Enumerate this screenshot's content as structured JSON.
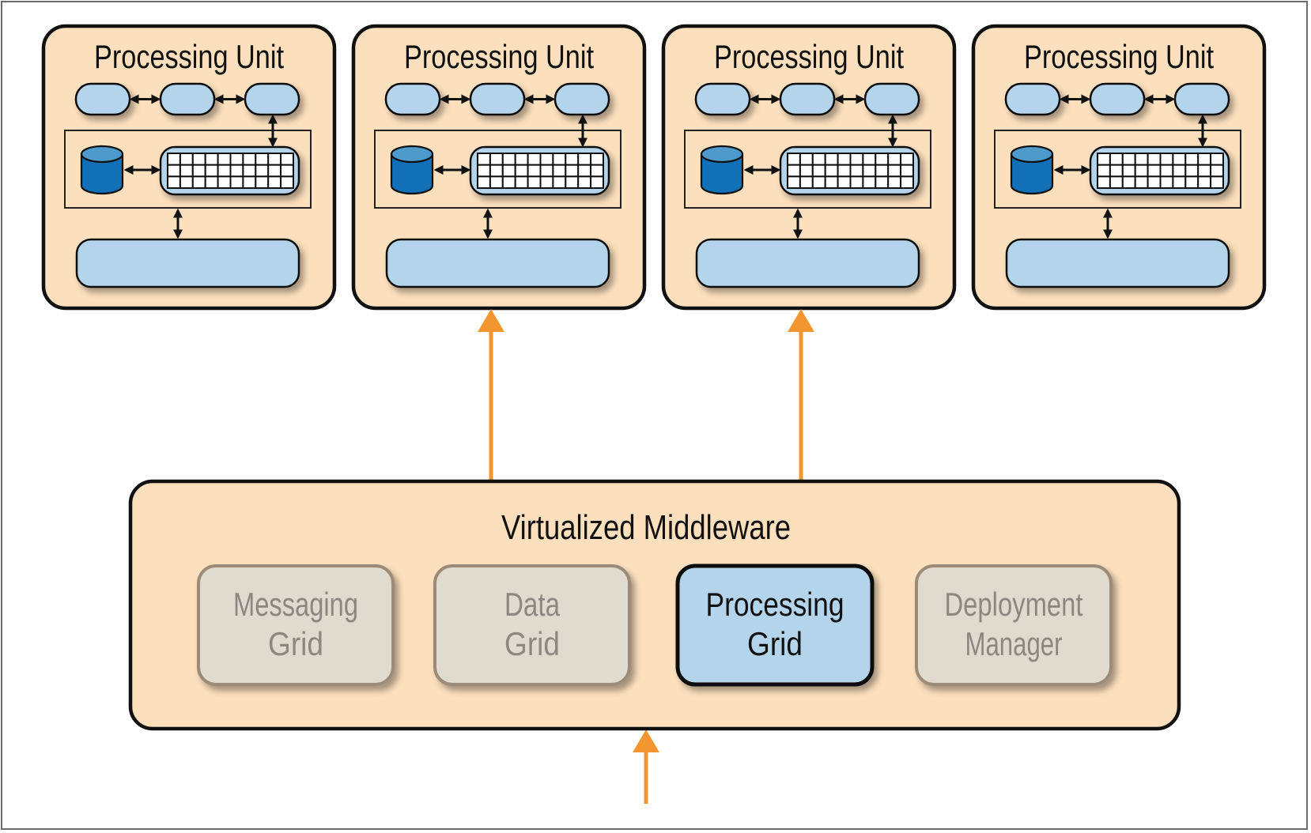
{
  "diagram": {
    "processing_units": [
      {
        "title": "Processing Unit",
        "grid_columns": 10,
        "grid_rows": 3,
        "receives_request": false
      },
      {
        "title": "Processing Unit",
        "grid_columns": 10,
        "grid_rows": 3,
        "receives_request": true
      },
      {
        "title": "Processing Unit",
        "grid_columns": 10,
        "grid_rows": 3,
        "receives_request": true
      },
      {
        "title": "Processing Unit",
        "grid_columns": 10,
        "grid_rows": 3,
        "receives_request": false
      }
    ],
    "middleware": {
      "title": "Virtualized Middleware",
      "components": [
        {
          "line1": "Messaging",
          "line2": "Grid",
          "active": false
        },
        {
          "line1": "Data",
          "line2": "Grid",
          "active": false
        },
        {
          "line1": "Processing",
          "line2": "Grid",
          "active": true
        },
        {
          "line1": "Deployment",
          "line2": "Manager",
          "active": false
        }
      ]
    },
    "incoming_arrow": "request-arrow"
  },
  "colors": {
    "peach": "#FCDFBD",
    "light_blue": "#B4D4EC",
    "db_body": "#1270B8",
    "db_top": "#4F9ACD",
    "inactive_fill": "#E0DBCF",
    "inactive_border": "#9C8B78",
    "inactive_text": "#8A8880",
    "arrow_orange": "#F4962F",
    "outline": "#111111"
  }
}
